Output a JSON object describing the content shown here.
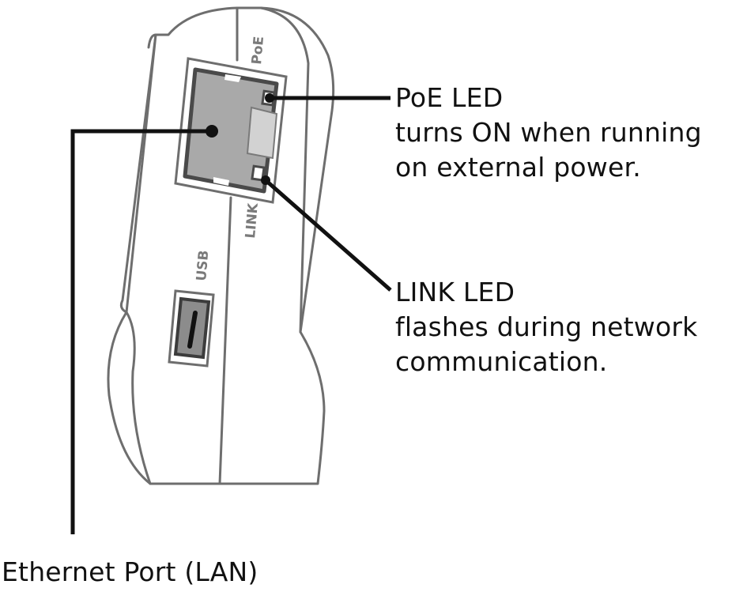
{
  "callouts": {
    "poe_led": {
      "title": "PoE LED",
      "lines": [
        "turns ON when running",
        "on external power."
      ]
    },
    "link_led": {
      "title": "LINK LED",
      "lines": [
        "flashes during network",
        "communication."
      ]
    },
    "ethernet_port": {
      "title": "Ethernet Port (LAN)"
    }
  },
  "device_labels": {
    "poe": "PoE",
    "link": "LINK",
    "usb": "USB"
  },
  "colors": {
    "outline": "#6e6e6e",
    "body_fill": "#ffffff",
    "port_fill": "#a9a9a9",
    "port_dark": "#4a4a4a",
    "usb_fill": "#8c8c8c",
    "leader_line": "#111111"
  }
}
